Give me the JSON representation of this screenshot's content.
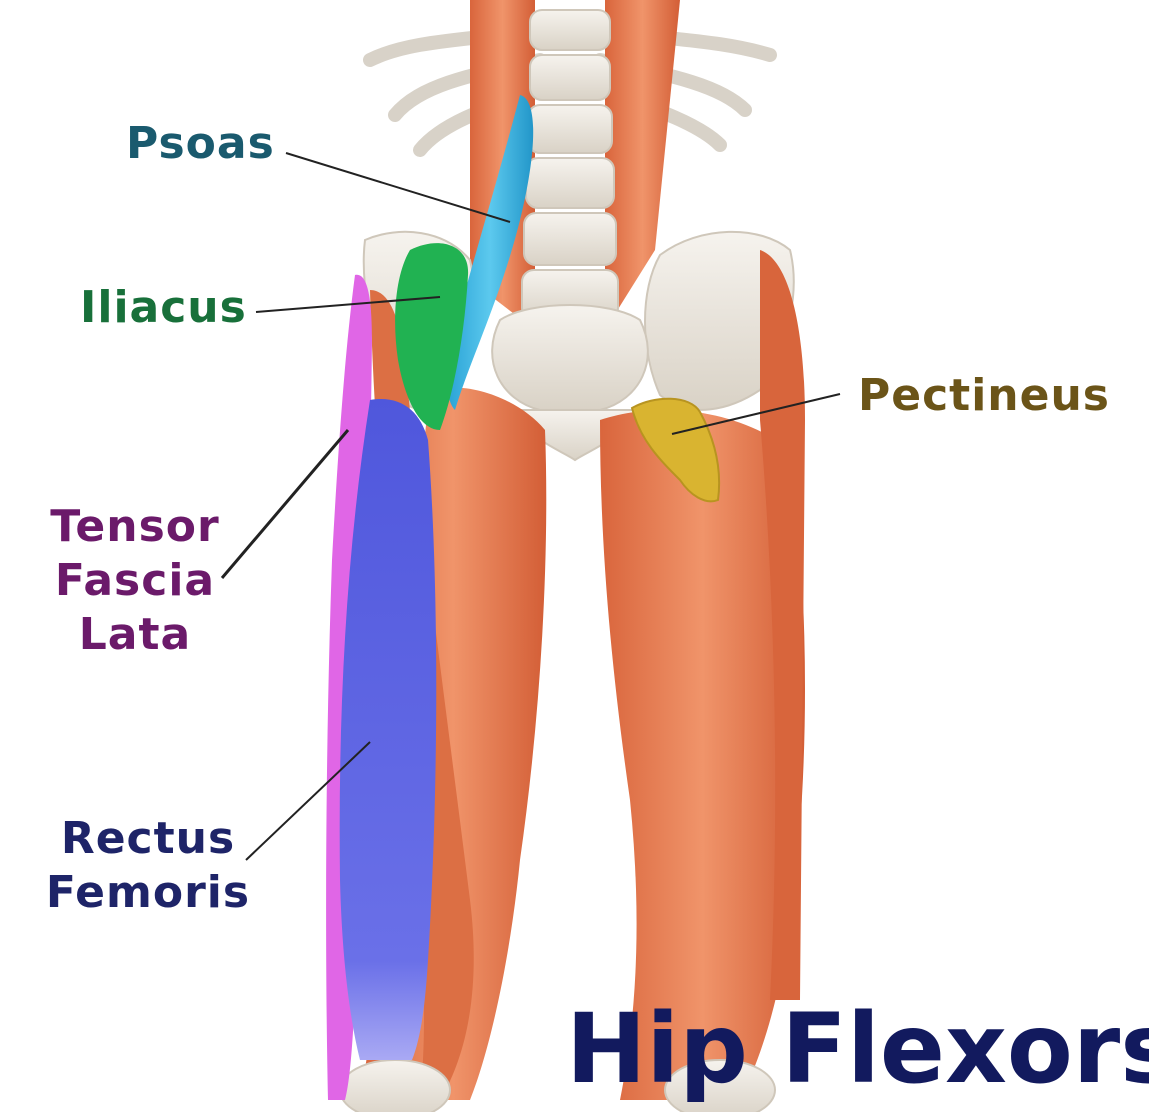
{
  "labels": {
    "psoas": {
      "text": "Psoas",
      "color": "#1a5a6e"
    },
    "iliacus": {
      "text": "Iliacus",
      "color": "#18703a"
    },
    "pectineus": {
      "text": "Pectineus",
      "color": "#6b5418"
    },
    "tensor_fascia_lata": {
      "lines": [
        "Tensor",
        "Fascia",
        "Lata"
      ],
      "color": "#6b1a6a"
    },
    "rectus_femoris": {
      "lines": [
        "Rectus",
        "Femoris"
      ],
      "color": "#1e2468"
    }
  },
  "title": "Hip Flexors",
  "colors": {
    "psoas_muscle": "#3db6e2",
    "iliacus_muscle": "#21b252",
    "pectineus_muscle": "#d9b430",
    "tfl_muscle": "#e066e6",
    "rectus_femoris_muscle": "#5a62e0",
    "generic_muscle": "#e8865a",
    "bone": "#ebe6de",
    "title": "#121a5e"
  }
}
